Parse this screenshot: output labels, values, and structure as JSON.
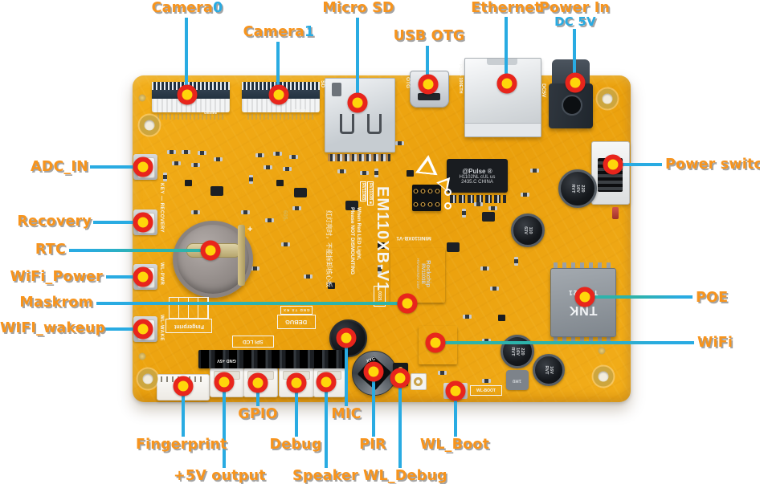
{
  "colors": {
    "label_orange": "#F7941D",
    "line_blue": "#29ABE2",
    "dot_red": "#E8251C",
    "dot_yellow": "#FFD60A",
    "board_yellow": "#F0A60E"
  },
  "callouts": {
    "camera0": {
      "text": "Camera",
      "num": "0"
    },
    "camera1": {
      "text": "Camera",
      "num": "1"
    },
    "micro_sd": {
      "text": "Micro SD"
    },
    "usb_otg": {
      "text": "USB OTG"
    },
    "ethernet": {
      "text": "Ethernet"
    },
    "power_in": {
      "text": "Power In",
      "sub": "DC 5V"
    },
    "power_switch": {
      "text": "Power switch"
    },
    "adc_in": {
      "text": "ADC_IN"
    },
    "recovery": {
      "text": "Recovery"
    },
    "rtc": {
      "text": "RTC"
    },
    "wifi_power": {
      "text": "WiFi_Power"
    },
    "maskrom": {
      "text": "Maskrom"
    },
    "wifi_wakeup": {
      "text": "WIFI_wakeup"
    },
    "poe": {
      "text": "POE"
    },
    "wifi": {
      "text": "WiFi"
    },
    "gpio": {
      "text": "GPIO"
    },
    "mic": {
      "text": "MIC"
    },
    "fingerprint": {
      "text": "Fingerprint"
    },
    "debug": {
      "text": "Debug"
    },
    "pir": {
      "text": "PIR"
    },
    "wl_boot": {
      "text": "WL_Boot"
    },
    "power_5v": {
      "text": "+5V output"
    },
    "speaker": {
      "text": "Speaker"
    },
    "wl_debug": {
      "text": "WL_Debug"
    }
  },
  "silkscreen": {
    "model": "EM110XB-V1",
    "model_rev": "0321",
    "mini_model": "MINI110XB-V1",
    "warning_line1": "When Red LED Light,",
    "warning_line2": "Please NOT DISMOUNTING",
    "warning_cn": "红灯亮时，不能拆卸核心板",
    "variant1": "RV1106B",
    "variant2": "RV1103B ■",
    "key_recovery": "KEY — RECOVERY",
    "wl_pwr": "WL-PWR",
    "wl_wake": "WL-WAKE",
    "mipi0": "MIPI0",
    "mipi1": "MIPI1",
    "sd": "SD",
    "otg": "OTG",
    "poe_eth": "POE+ 100ETH",
    "dc5v": "DC5V",
    "num605": "605.",
    "fingerprint": "Fingerprint",
    "debug": "DEBUG",
    "debug_pins": "GND TX RX",
    "spi_lcd": "SPI LCD",
    "gnd_5v": "GND  +5V",
    "wl_boot": "WL-BOOT",
    "battery_plus": "+"
  },
  "chips": {
    "soc_brand": "Rockchip",
    "soc_model": "RV1103B",
    "soc_code": "H6AM43N2U 2447",
    "pulse_line1": "@Pulse ®",
    "pulse_line2": "H1102NL cUL us",
    "pulse_line3": "2435.C CHINA",
    "poe_brand": "TNK",
    "poe_code": "734",
    "poe_model": "TSA021",
    "cap_220": "220",
    "cap_16v": "16V",
    "cap_rvt": "RVT",
    "cap_110": "110",
    "cap_63v": "63V",
    "inductor": "1R0",
    "pir_code": "XYC"
  }
}
